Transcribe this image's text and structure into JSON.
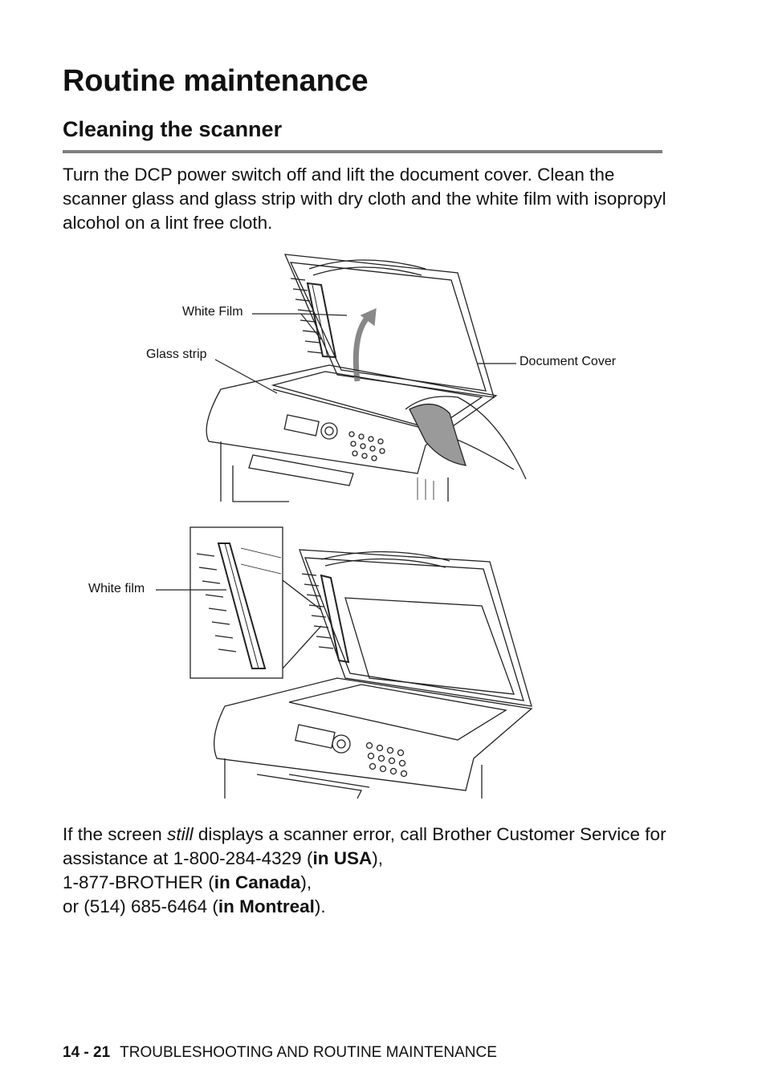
{
  "heading": "Routine maintenance",
  "subheading": "Cleaning the scanner",
  "intro": "Turn the DCP power switch off and lift the document cover. Clean the scanner glass and glass strip with dry cloth and the white film with isopropyl alcohol on a lint free cloth.",
  "callouts": {
    "white_film_top": "White Film",
    "glass_strip": "Glass strip",
    "document_cover": "Document Cover",
    "white_film_bottom": "White film"
  },
  "closing": {
    "part1": "If the screen ",
    "still": "still",
    "part2": " displays a scanner error, call Brother Customer Service for assistance at 1-800-284-4329 (",
    "usa": "in USA",
    "part3": "),",
    "canada_num": "1-877-BROTHER (",
    "canada": "in Canada",
    "part4": "),",
    "montreal_num": "or (514) 685-6464 (",
    "montreal": "in Montreal",
    "part5": ")."
  },
  "footer": {
    "page_number": "14 - 21",
    "section": "TROUBLESHOOTING AND ROUTINE MAINTENANCE"
  }
}
